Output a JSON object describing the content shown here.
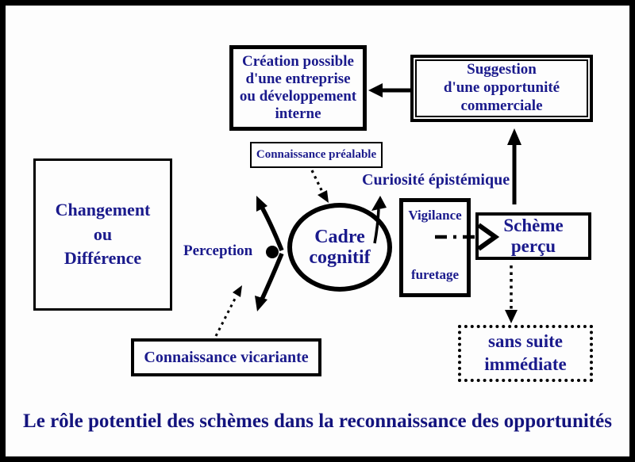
{
  "title": "Le rôle potentiel des schèmes dans la reconnaissance des opportunités",
  "colors": {
    "text_navy": "#1a1a8c",
    "line_black": "#000000",
    "background": "#fdfdfd"
  },
  "nodes": {
    "creation": {
      "lines": [
        "Création possible",
        "d'une entreprise",
        "ou développement",
        "interne"
      ]
    },
    "suggestion": {
      "lines": [
        "Suggestion",
        "d'une opportunité",
        "commerciale"
      ]
    },
    "changement": {
      "lines": [
        "Changement",
        "ou",
        "Différence"
      ]
    },
    "connaissance_prealable": {
      "label": "Connaissance préalable"
    },
    "cadre_cognitif": {
      "lines": [
        "Cadre",
        "cognitif"
      ]
    },
    "perception": {
      "label": "Perception"
    },
    "curiosite": {
      "label": "Curiosité épistémique"
    },
    "vigilance": {
      "top": "Vigilance",
      "bottom": "furetage"
    },
    "scheme_percu": {
      "lines": [
        "Schème",
        "perçu"
      ]
    },
    "sans_suite": {
      "lines": [
        "sans suite",
        "immédiate"
      ]
    },
    "connaissance_vicariante": {
      "label": "Connaissance vicariante"
    }
  }
}
